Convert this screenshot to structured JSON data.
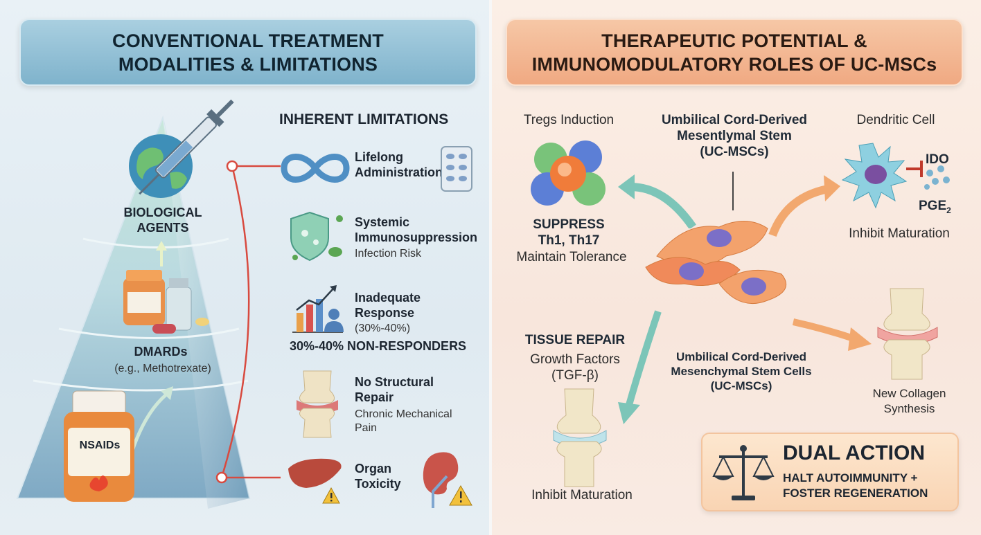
{
  "left": {
    "banner_title": "CONVENTIONAL TREATMENT\nMODALITIES & LIMITATIONS",
    "pyramid": {
      "top_label": "BIOLOGICAL\nAGENTS",
      "middle_label": "DMARDs",
      "middle_sub": "(e.g., Methotrexate)",
      "bottle_label": "NSAIDs"
    },
    "limitations_heading": "INHERENT LIMITATIONS",
    "limitations": [
      {
        "title": "Lifelong\nAdministration",
        "sub": ""
      },
      {
        "title": "Systemic\nImmunosuppression",
        "sub": "Infection Risk"
      },
      {
        "title": "Inadequate\nResponse",
        "sub": "(30%-40%)",
        "extra": "30%-40% NON-RESPONDERS"
      },
      {
        "title": "No Structural\nRepair",
        "sub": "Chronic Mechanical\nPain"
      },
      {
        "title": "Organ\nToxicity",
        "sub": ""
      }
    ]
  },
  "right": {
    "banner_title": "THERAPEUTIC POTENTIAL &\nIMMUNOMODULATORY ROLES OF UC-MSCs",
    "tregs_label": "Tregs Induction",
    "center_title": "Umbilical Cord-Derived\nMesentlymal Stem\n(UC-MSCs)",
    "dendritic_label": "Dendritic Cell",
    "ido_label": "IDO",
    "pge2_label": "PGE",
    "pge2_sub": "2",
    "inhibit_top": "Inhibit Maturation",
    "suppress_title": "SUPPRESS\nTh1, Th17",
    "suppress_sub": "Maintain Tolerance",
    "tissue_title": "TISSUE REPAIR",
    "tissue_sub": "Growth Factors\n(TGF-β)",
    "center_bottom": "Umbilical Cord-Derived\nMesenchymal Stem Cells\n(UC-MSCs)",
    "collagen_label": "New Collagen\nSynthesis",
    "inhibit_bottom": "Inhibit Maturation",
    "dual_title": "DUAL ACTION",
    "dual_sub": "HALT AUTOIMMUNITY +\nFOSTER REGENERATION"
  },
  "colors": {
    "left_accent": "#7fb3cc",
    "right_accent": "#f0a982",
    "connector_red": "#d84a3f",
    "arrow_teal": "#7cc5b8",
    "arrow_orange": "#f2a86e"
  }
}
